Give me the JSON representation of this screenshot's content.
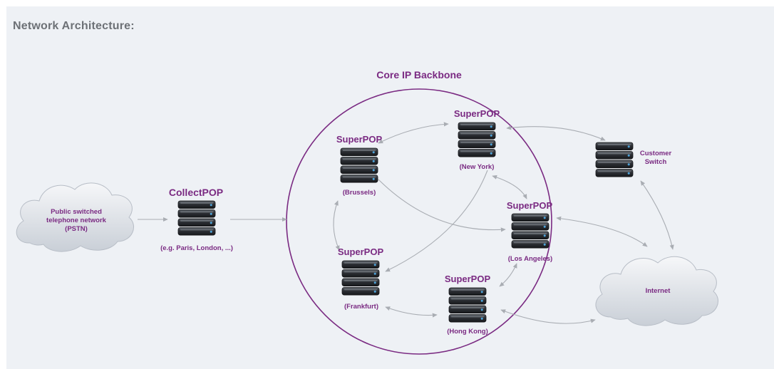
{
  "page": {
    "title": "Network Architecture:"
  },
  "diagram": {
    "backbone_title": "Core IP Backbone",
    "pstn": {
      "line1": "Public switched",
      "line2": "telephone network",
      "line3": "(PSTN)"
    },
    "internet": {
      "label": "Internet"
    },
    "customer_switch": {
      "line1": "Customer",
      "line2": "Switch"
    },
    "collectpop": {
      "title": "CollectPOP",
      "caption": "(e.g. Paris, London, ...)"
    },
    "superpops": {
      "new_york": {
        "title": "SuperPOP",
        "caption": "(New York)"
      },
      "brussels": {
        "title": "SuperPOP",
        "caption": "(Brussels)"
      },
      "los_angeles": {
        "title": "SuperPOP",
        "caption": "(Los Angeles)"
      },
      "frankfurt": {
        "title": "SuperPOP",
        "caption": "(Frankfurt)"
      },
      "hong_kong": {
        "title": "SuperPOP",
        "caption": "(Hong Kong)"
      }
    }
  },
  "colors": {
    "background": "#eef1f5",
    "accent_purple": "#7a2a82",
    "title_gray": "#6d7176",
    "link_gray": "#a9adb3",
    "server_dark": "#2a2d31",
    "server_led": "#4fa3d8",
    "cloud_fill": "#dde2e8"
  },
  "icons": {
    "server": "server-stack-icon",
    "cloud": "cloud-icon"
  }
}
